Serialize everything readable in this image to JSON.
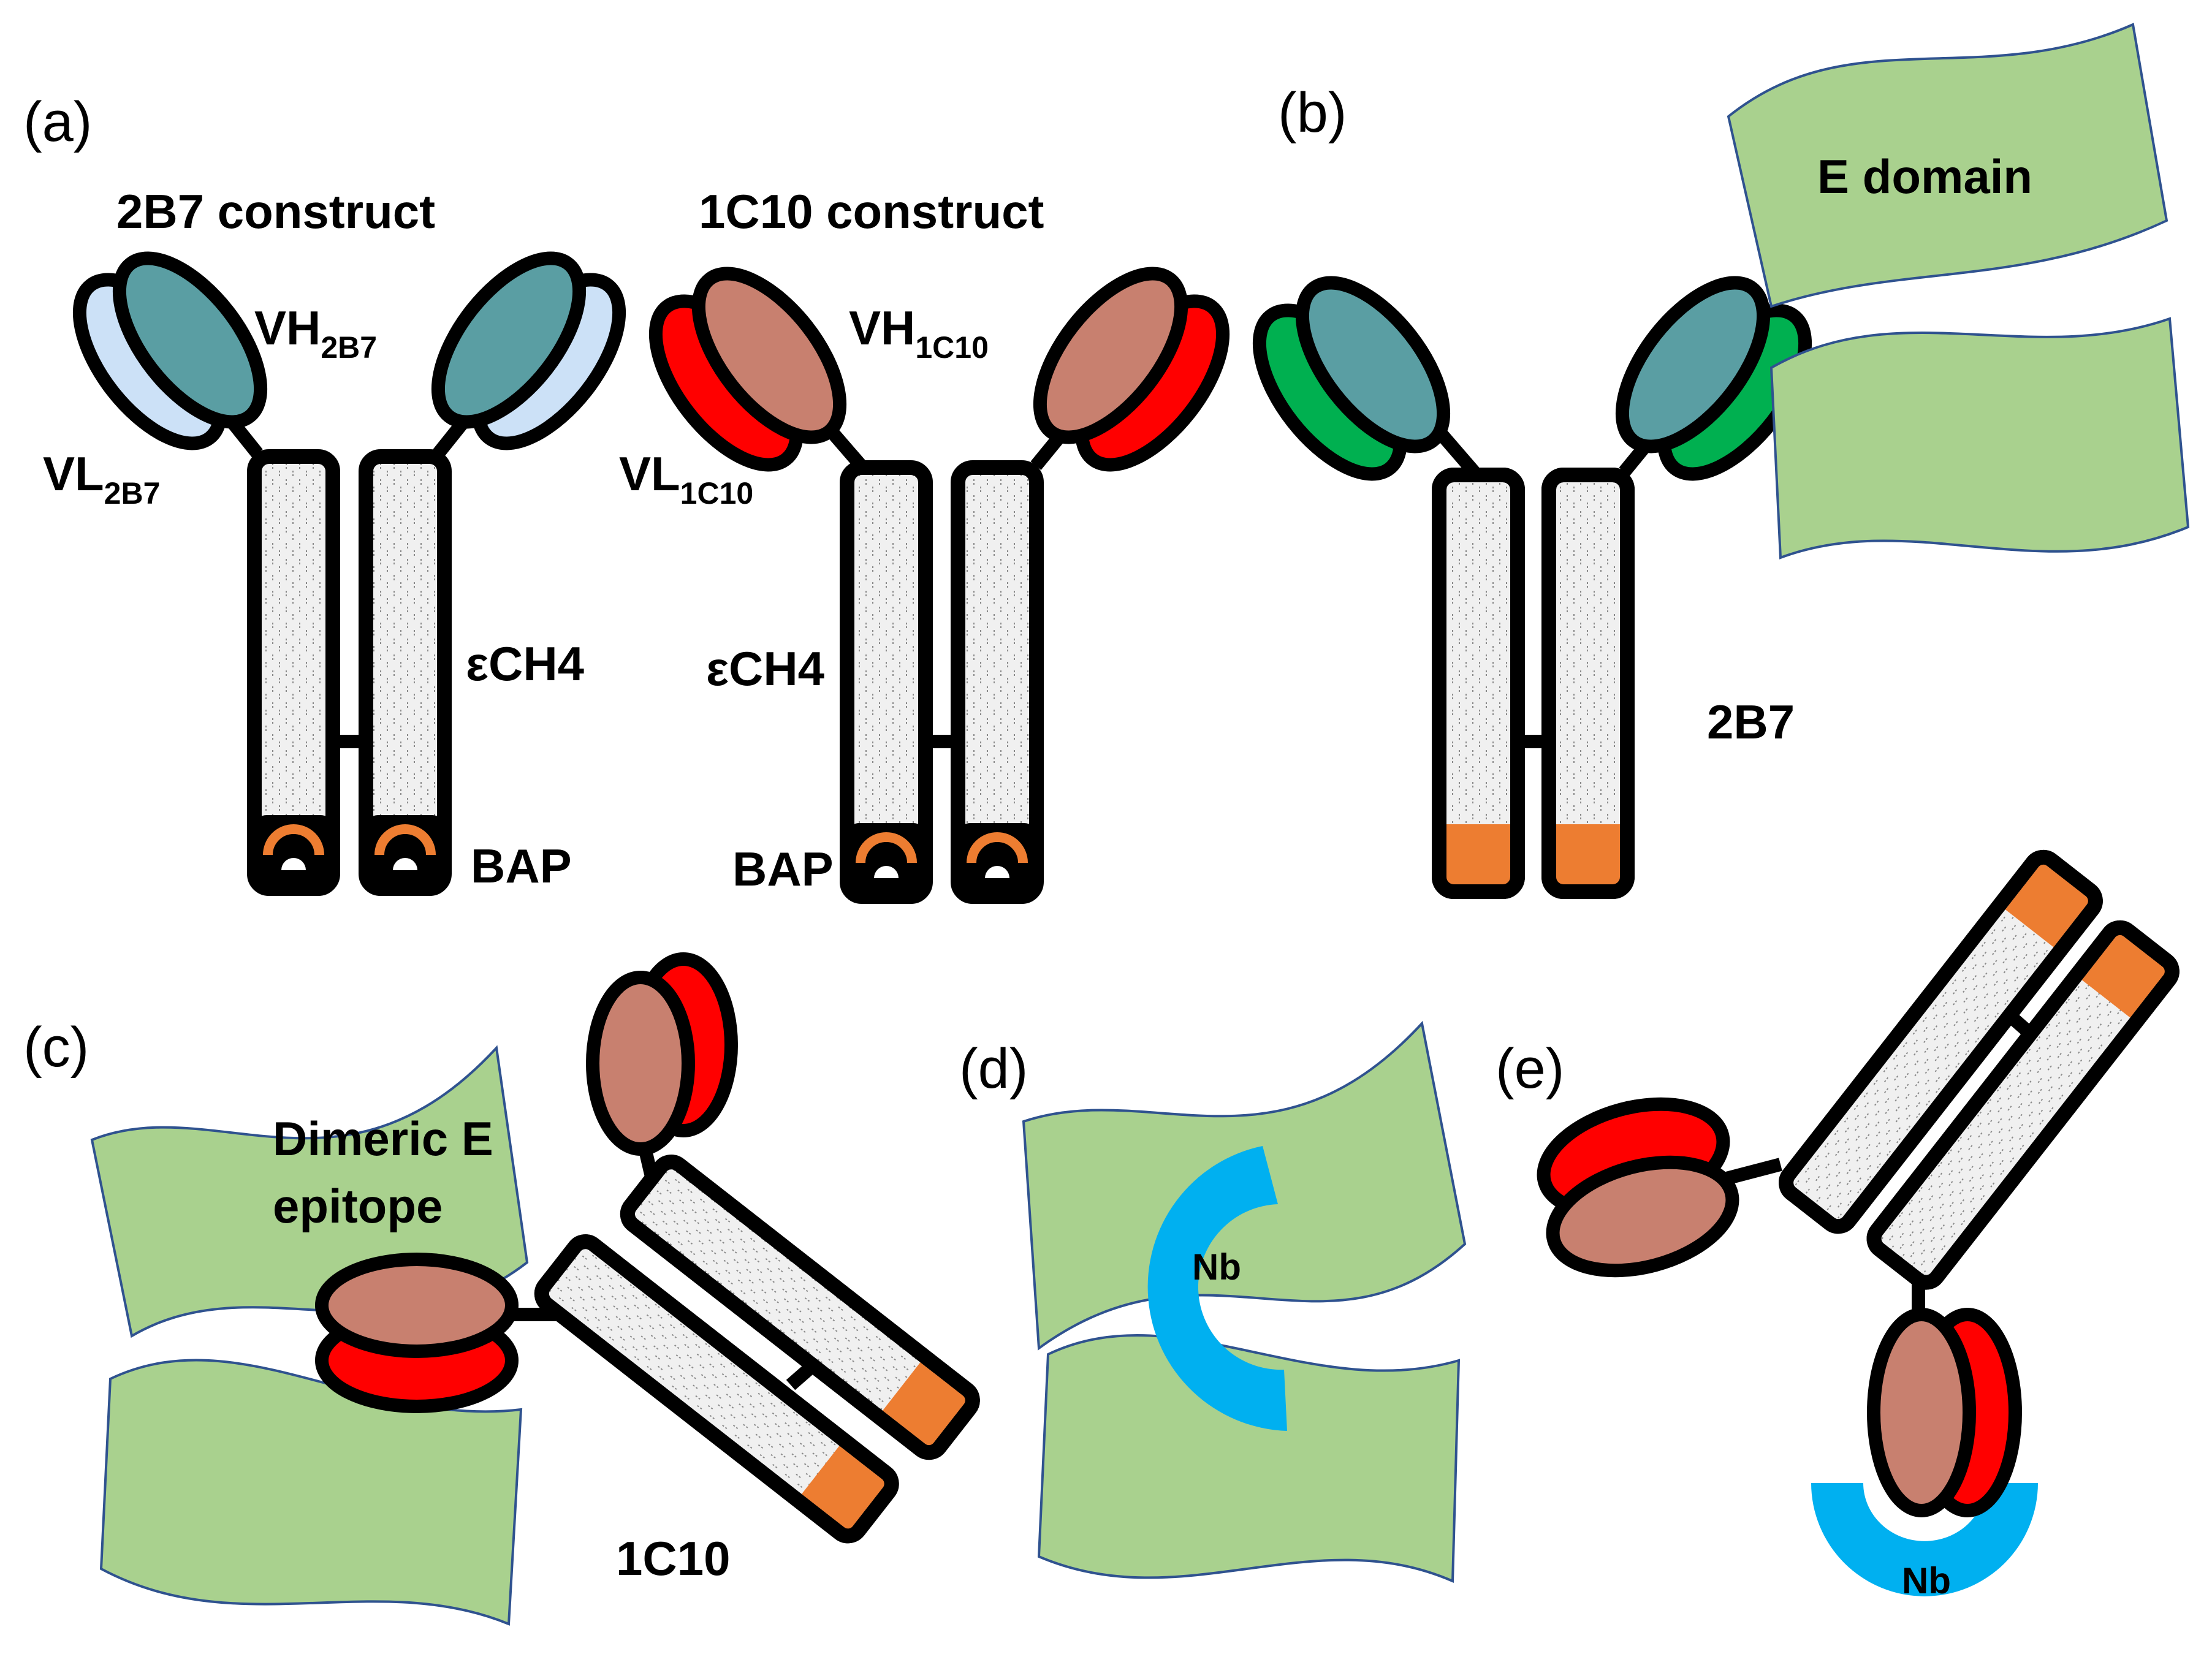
{
  "panels": {
    "a": "(a)",
    "b": "(b)",
    "c": "(c)",
    "d": "(d)",
    "e": "(e)"
  },
  "labels": {
    "construct_2b7": "2B7 construct",
    "construct_1c10": "1C10 construct",
    "vh": "VH",
    "vl": "VL",
    "sub_2b7": "2B7",
    "sub_1c10": "1C10",
    "ech4": "εCH4",
    "bap": "BAP",
    "e_domain": "E domain",
    "clone_2b7": "2B7",
    "dimeric_line1": "Dimeric E",
    "dimeric_line2": "epitope",
    "clone_1c10": "1C10",
    "nb": "Nb"
  },
  "colors": {
    "teal": "#5a9ea3",
    "teal_dark": "#0f3c40",
    "light_blue": "#cce1f7",
    "green": "#00b050",
    "salmon": "#c8806f",
    "salmon_dark": "#5a1208",
    "red": "#ff0000",
    "orange": "#ed7d31",
    "sheet_green": "#a9d18e",
    "sheet_edge": "#2f528f",
    "nb_blue": "#00b0f0",
    "stem_fill": "#eeeeee",
    "outline": "#000000"
  }
}
